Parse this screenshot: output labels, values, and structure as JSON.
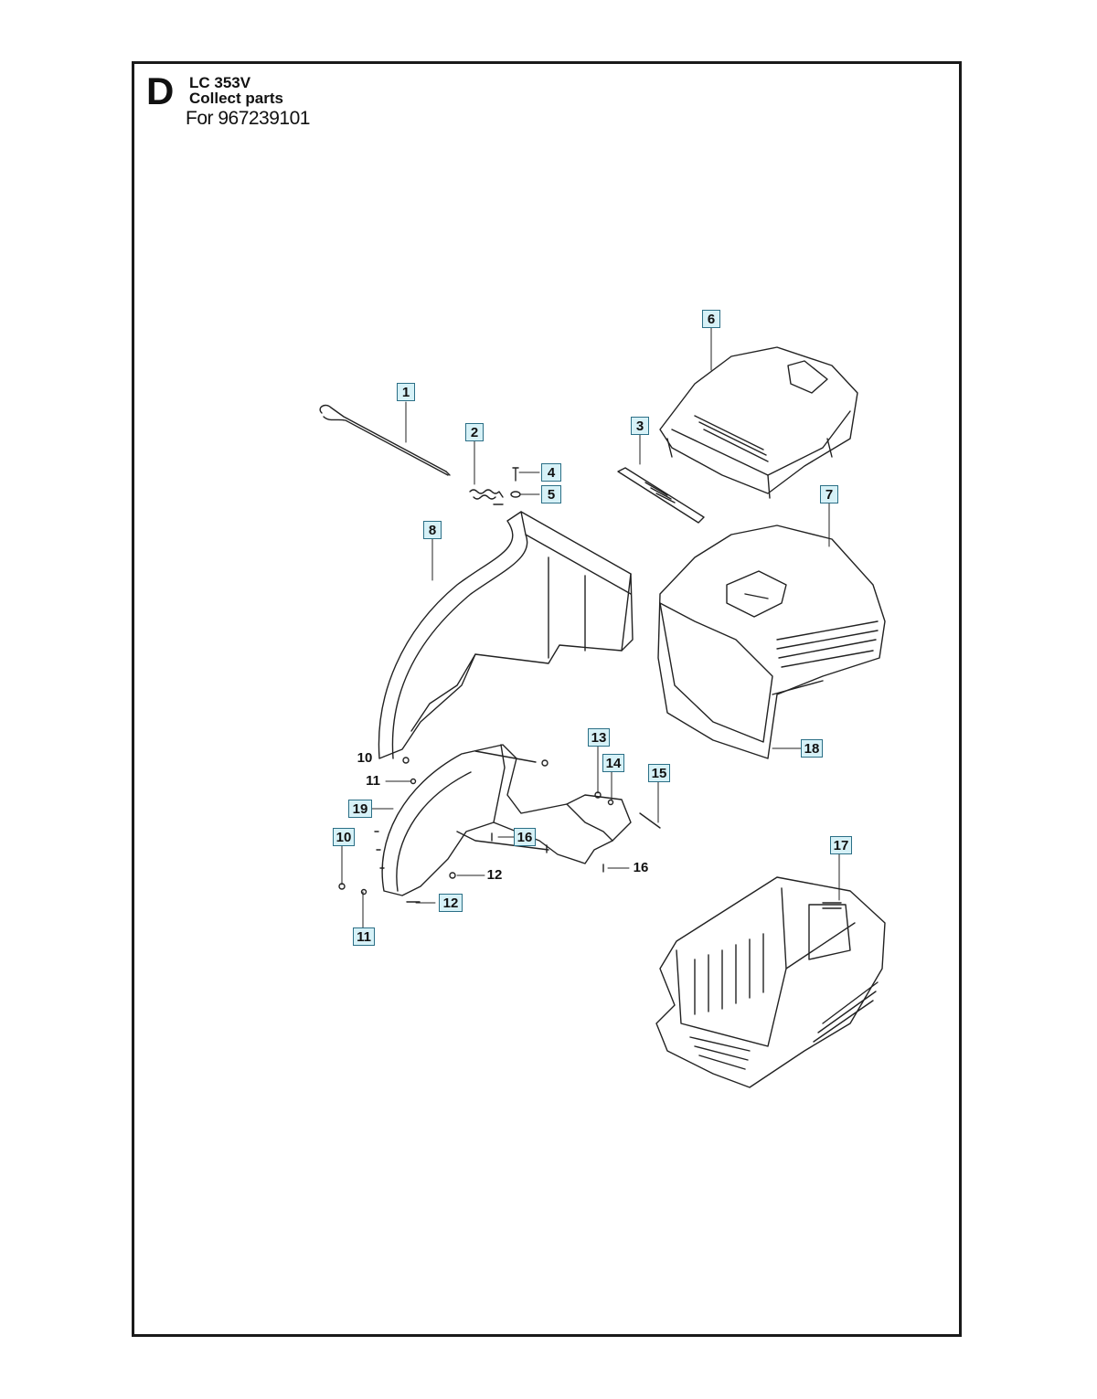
{
  "header": {
    "section_letter": "D",
    "model": "LC 353V",
    "assembly_name": "Collect parts",
    "for_number": "For 967239101"
  },
  "callouts": [
    {
      "label": "1",
      "boxed": true
    },
    {
      "label": "2",
      "boxed": true
    },
    {
      "label": "3",
      "boxed": true
    },
    {
      "label": "4",
      "boxed": true
    },
    {
      "label": "5",
      "boxed": true
    },
    {
      "label": "6",
      "boxed": true
    },
    {
      "label": "7",
      "boxed": true
    },
    {
      "label": "8",
      "boxed": true
    },
    {
      "label": "10",
      "boxed": false
    },
    {
      "label": "11",
      "boxed": false
    },
    {
      "label": "19",
      "boxed": true
    },
    {
      "label": "10",
      "boxed": true
    },
    {
      "label": "11",
      "boxed": true
    },
    {
      "label": "12",
      "boxed": false
    },
    {
      "label": "12",
      "boxed": true
    },
    {
      "label": "13",
      "boxed": true
    },
    {
      "label": "14",
      "boxed": true
    },
    {
      "label": "15",
      "boxed": true
    },
    {
      "label": "16",
      "boxed": true
    },
    {
      "label": "16",
      "boxed": false
    },
    {
      "label": "17",
      "boxed": true
    },
    {
      "label": "18",
      "boxed": true
    }
  ],
  "colors": {
    "callout_fill": "#d6f1f7",
    "callout_border": "#2b6f86",
    "frame": "#1a1a1a"
  }
}
